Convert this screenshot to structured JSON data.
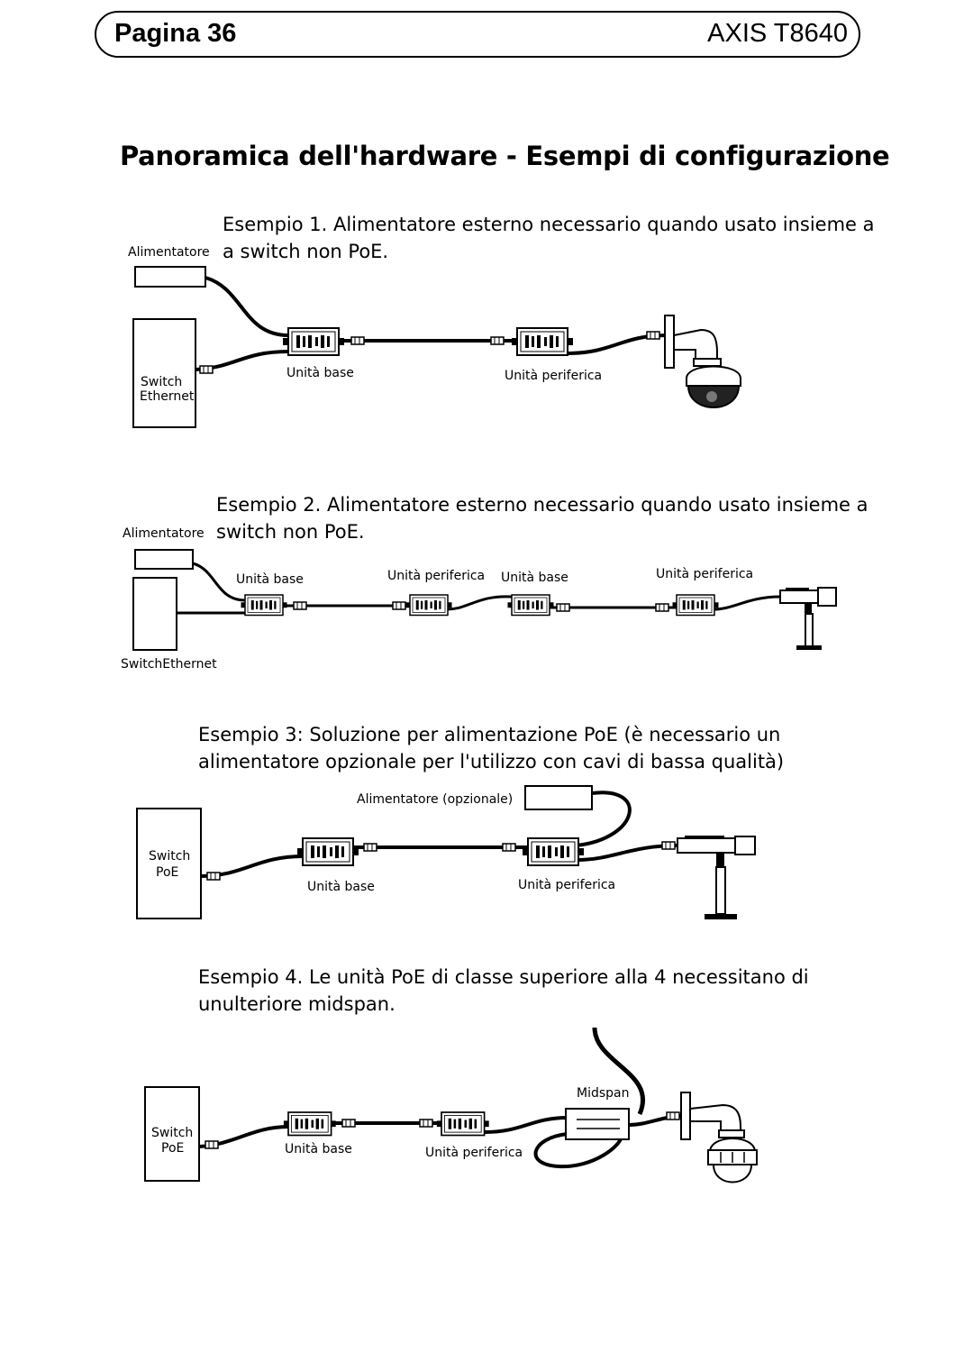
{
  "header": {
    "page": "Pagina 36",
    "model": "AXIS T8640"
  },
  "title": "Panoramica dell'hardware - Esempi di configurazione",
  "examples": [
    {
      "caption_line1": "Esempio 1. Alimentatore esterno necessario quando usato insieme a",
      "caption_line2": "a switch non PoE.",
      "labels": {
        "power": "Alimentatore",
        "switch_1": "Switch",
        "switch_2": "Ethernet",
        "base": "Unità base",
        "remote": "Unità periferica"
      }
    },
    {
      "caption_line1": "Esempio 2. Alimentatore esterno necessario quando usato insieme a",
      "caption_line2": "switch non PoE.",
      "labels": {
        "power": "Alimentatore",
        "switch": "SwitchEthernet",
        "base_1": "Unità base",
        "remote_1": "Unità periferica",
        "base_2": "Unità base",
        "remote_2": "Unità periferica"
      }
    },
    {
      "caption_line1": "Esempio 3: Soluzione per alimentazione PoE (è necessario un",
      "caption_line2": "alimentatore opzionale per l'utilizzo con cavi di bassa qualità)",
      "labels": {
        "power": "Alimentatore (opzionale)",
        "switch_1": "Switch",
        "switch_2": "PoE",
        "base": "Unità base",
        "remote": "Unità periferica"
      }
    },
    {
      "caption_line1": "Esempio 4. Le unità PoE di classe superiore alla 4 necessitano di",
      "caption_line2": "unulteriore midspan.",
      "labels": {
        "midspan": "Midspan",
        "switch_1": "Switch",
        "switch_2": "PoE",
        "base": "Unità base",
        "remote": "Unità periferica"
      }
    }
  ]
}
